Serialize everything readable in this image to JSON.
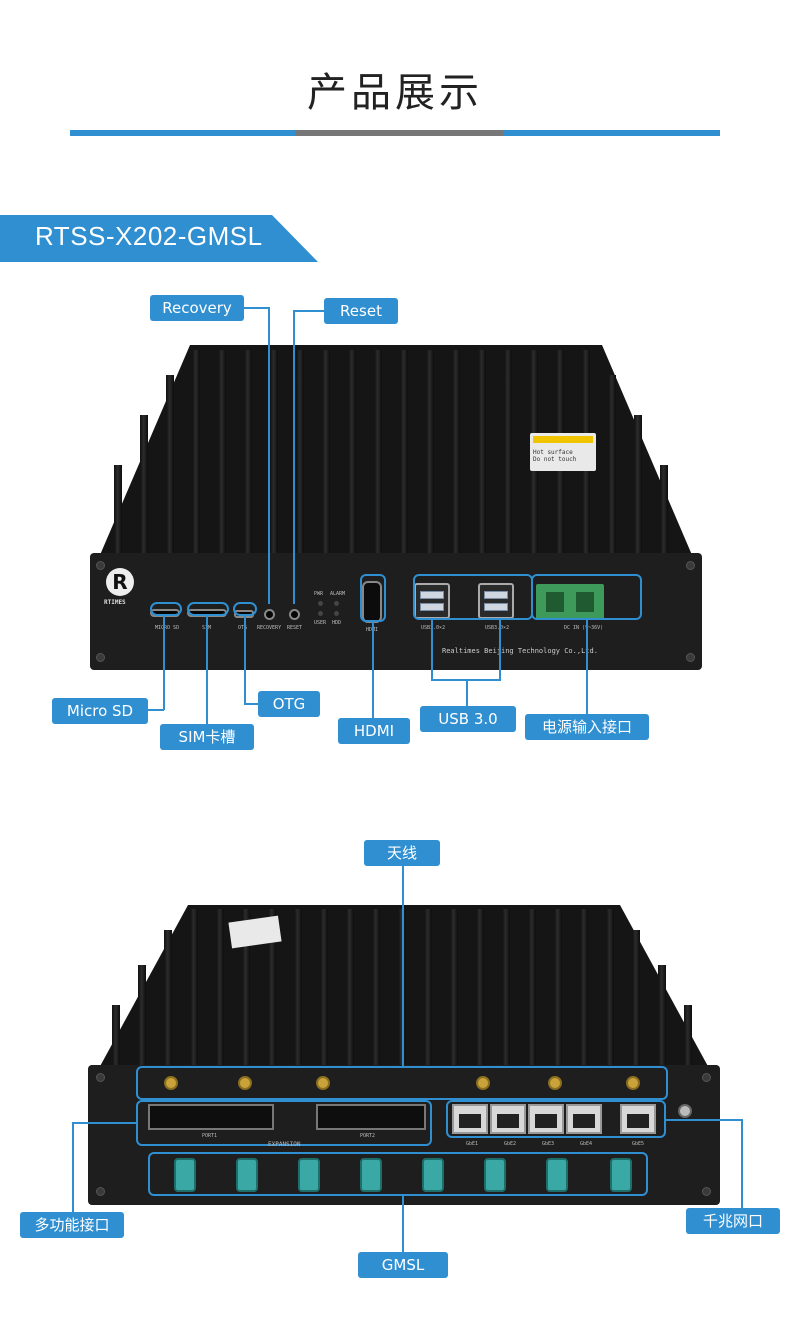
{
  "page": {
    "title": "产品展示"
  },
  "model": {
    "name": "RTSS-X202-GMSL"
  },
  "colors": {
    "accent": "#2f8fd1",
    "bar_gray": "#777777",
    "connector_green": "#3d9a5b",
    "fakra_teal": "#3aa9a5",
    "sma_gold": "#c9a23a"
  },
  "front_labels": {
    "recovery": "Recovery",
    "reset": "Reset",
    "micro_sd": "Micro SD",
    "sim": "SIM卡槽",
    "otg": "OTG",
    "hdmi": "HDMI",
    "usb": "USB 3.0",
    "power": "电源输入接口"
  },
  "front_silk": {
    "micro_sd": "MICRO SD",
    "sim": "SIM",
    "otg": "OTG",
    "recovery": "RECOVERY",
    "reset": "RESET",
    "pwr": "PWR",
    "alarm": "ALARM",
    "user": "USER",
    "hdd": "HDD",
    "hdmi": "HDMI",
    "usb1": "USB3.0×2",
    "usb2": "USB3.0×2",
    "dc": "DC IN (9~36V)",
    "company": "Realtimes Beijing Technology Co.,Ltd.",
    "brand": "RTIMES",
    "warn1": "Hot surface",
    "warn2": "Do not touch"
  },
  "back_labels": {
    "antenna": "天线",
    "multi": "多功能接口",
    "gigabit": "千兆网口",
    "gmsl": "GMSL"
  },
  "back_silk": {
    "port1": "PORT1",
    "port2": "PORT2",
    "expansion": "EXPANSION",
    "gbe": [
      "GbE1",
      "GbE2",
      "GbE3",
      "GbE4",
      "GbE5"
    ]
  }
}
